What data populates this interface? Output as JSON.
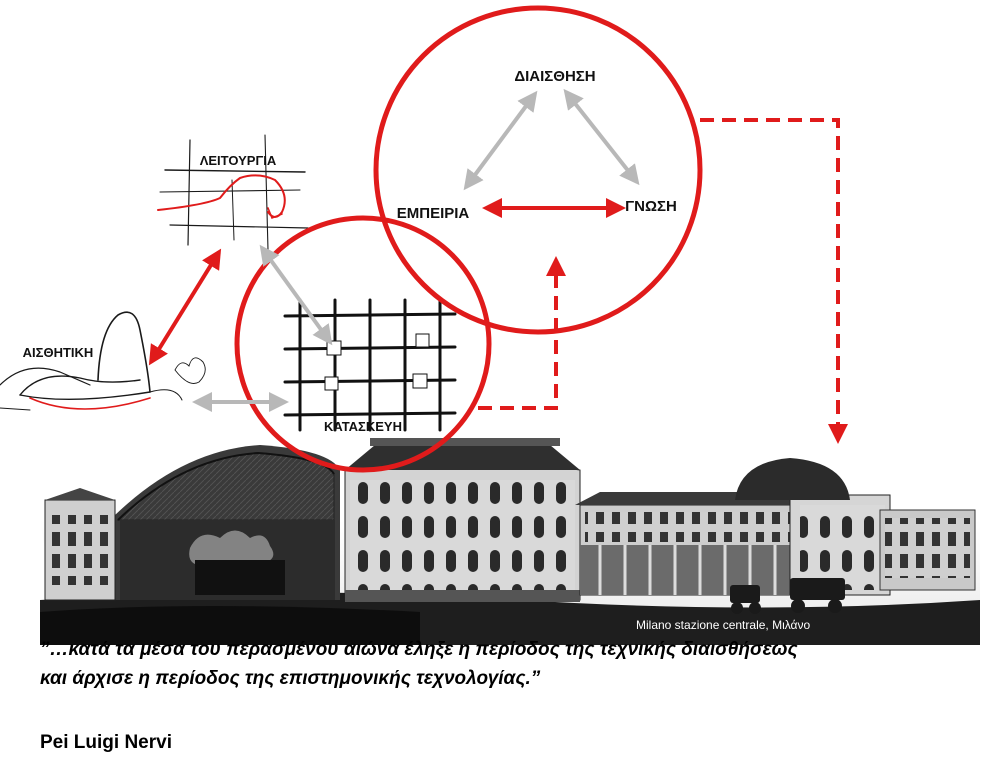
{
  "nodes": {
    "diaisthisi": "ΔΙΑΙΣΘΗΣΗ",
    "empeiria": "ΕΜΠΕΙΡΙΑ",
    "gnosi": "ΓΝΩΣΗ",
    "leitourgia": "ΛΕΙΤΟΥΡΓΙΑ",
    "aisthitiki": "ΑΙΣΘΗΤΙΚΗ",
    "kataskevi": "ΚΑΤΑΣΚΕΥΗ"
  },
  "image_caption": "Milano stazione centrale, Μιλάνο",
  "quote": {
    "line1": "”…κατά τα μέσα του περασμένου αιώνα έληξε η περίοδος της τεχνικής διαισθήσεως",
    "line2": "και άρχισε η περίοδος της επιστημονικής τεχνολογίας.”"
  },
  "author": "Pei Luigi Nervi",
  "colors": {
    "accent_red": "#e01b1b",
    "arrow_grey": "#b8b8b8",
    "ink": "#1a1a1a"
  }
}
